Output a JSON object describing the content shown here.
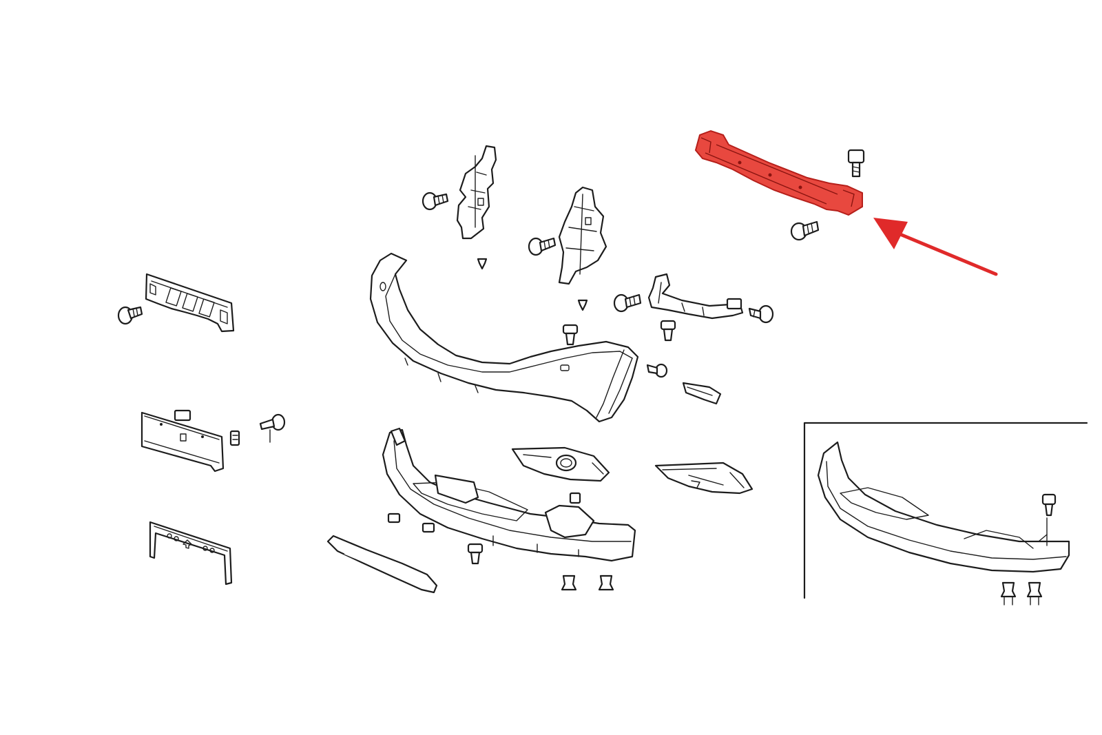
{
  "diagram": {
    "background": "#ffffff",
    "line_color": "#1c1c1c",
    "highlight_color": "#e8483f",
    "arrow_color": "#e02a2a",
    "highlighted_part": "front-bumper-reinforcement-beam",
    "parts": [
      "license-plate-bracket",
      "license-plate-base",
      "license-plate-frame",
      "upper-bumper-cover",
      "left-bumper-side-bracket",
      "right-bumper-side-bracket",
      "bumper-reinforcement-beam",
      "wiring-harness-bracket",
      "lower-bumper-spoiler",
      "lower-grille",
      "left-fog-light-bezel",
      "right-fog-light-bezel",
      "side-spacer",
      "inset-lower-spoiler-variant"
    ],
    "fastener_icons": [
      "bolt-icon",
      "clip-icon",
      "screw-icon",
      "push-rivet-icon"
    ]
  }
}
